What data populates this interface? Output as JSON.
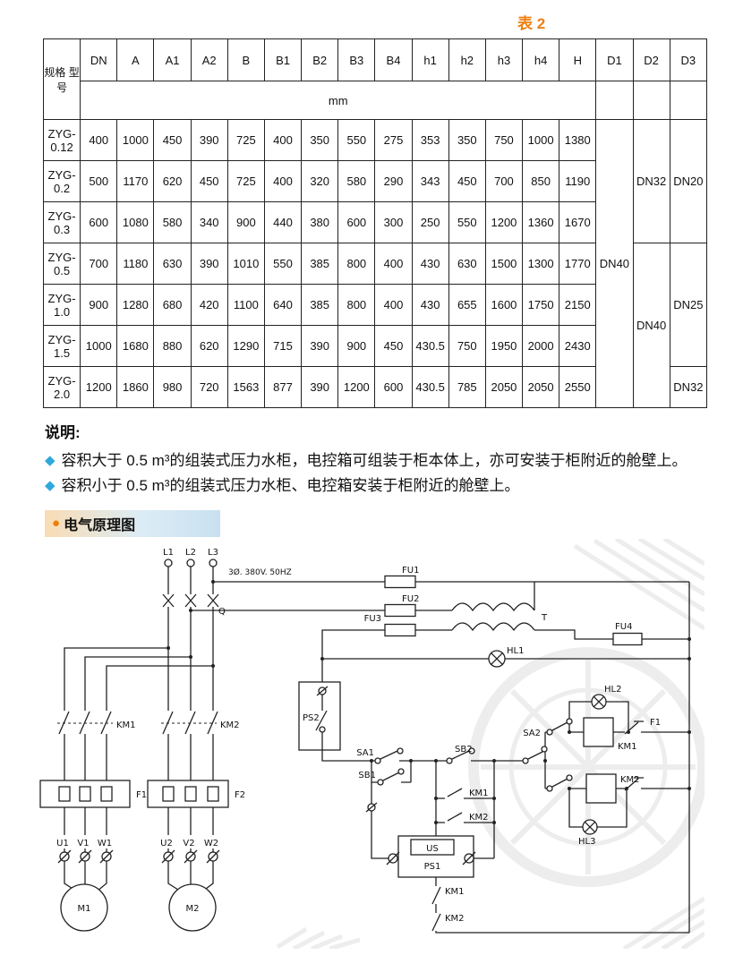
{
  "page": {
    "table_caption": "表 2"
  },
  "table": {
    "row_header_label": "规格 型号",
    "unit_label": "mm",
    "columns": [
      "DN",
      "A",
      "A1",
      "A2",
      "B",
      "B1",
      "B2",
      "B3",
      "B4",
      "h1",
      "h2",
      "h3",
      "h4",
      "H",
      "D1",
      "D2",
      "D3"
    ],
    "rows": [
      {
        "model": "ZYG-0.12",
        "values": [
          "400",
          "1000",
          "450",
          "390",
          "725",
          "400",
          "350",
          "550",
          "275",
          "353",
          "350",
          "750",
          "1000",
          "1380"
        ]
      },
      {
        "model": "ZYG-0.2",
        "values": [
          "500",
          "1170",
          "620",
          "450",
          "725",
          "400",
          "320",
          "580",
          "290",
          "343",
          "450",
          "700",
          "850",
          "1190"
        ]
      },
      {
        "model": "ZYG-0.3",
        "values": [
          "600",
          "1080",
          "580",
          "340",
          "900",
          "440",
          "380",
          "600",
          "300",
          "250",
          "550",
          "1200",
          "1360",
          "1670"
        ]
      },
      {
        "model": "ZYG-0.5",
        "values": [
          "700",
          "1180",
          "630",
          "390",
          "1010",
          "550",
          "385",
          "800",
          "400",
          "430",
          "630",
          "1500",
          "1300",
          "1770"
        ]
      },
      {
        "model": "ZYG-1.0",
        "values": [
          "900",
          "1280",
          "680",
          "420",
          "1100",
          "640",
          "385",
          "800",
          "400",
          "430",
          "655",
          "1600",
          "1750",
          "2150"
        ]
      },
      {
        "model": "ZYG-1.5",
        "values": [
          "1000",
          "1680",
          "880",
          "620",
          "1290",
          "715",
          "390",
          "900",
          "450",
          "430.5",
          "750",
          "1950",
          "2000",
          "2430"
        ]
      },
      {
        "model": "ZYG-2.0",
        "values": [
          "1200",
          "1860",
          "980",
          "720",
          "1563",
          "877",
          "390",
          "1200",
          "600",
          "430.5",
          "785",
          "2050",
          "2050",
          "2550"
        ]
      }
    ],
    "d_columns": {
      "d1": [
        {
          "label": "DN40",
          "rows": 7
        }
      ],
      "d2": [
        {
          "label": "DN32",
          "rows": 3
        },
        {
          "label": "DN40",
          "rows": 4
        }
      ],
      "d3": [
        {
          "label": "DN20",
          "rows": 3
        },
        {
          "label": "DN25",
          "rows": 3
        },
        {
          "label": "DN32",
          "rows": 1
        }
      ]
    }
  },
  "notes": {
    "title": "说明:",
    "bullet": "◆",
    "items": [
      "容积大于 0.5 m³的组装式压力水柜，电控箱可组装于柜本体上，亦可安装于柜附近的舱壁上。",
      "容积小于 0.5 m³的组装式压力水柜、电控箱安装于柜附近的舱壁上。"
    ]
  },
  "section": {
    "bullet": "●",
    "title": "电气原理图"
  },
  "schematic": {
    "l1": "L1",
    "l2": "L2",
    "l3": "L3",
    "supply": "3Ø. 380V. 50HZ",
    "q": "Q",
    "km1": "KM1",
    "km2": "KM2",
    "f1": "F1",
    "f2": "F2",
    "u1": "U1",
    "v1": "V1",
    "w1": "W1",
    "u2": "U2",
    "v2": "V2",
    "w2": "W2",
    "m1": "M1",
    "m2": "M2",
    "fu1": "FU1",
    "fu2": "FU2",
    "fu3": "FU3",
    "fu4": "FU4",
    "t": "T",
    "hl1": "HL1",
    "hl2": "HL2",
    "hl3": "HL3",
    "ps1": "PS1",
    "ps2": "PS2",
    "us": "US",
    "sa1": "SA1",
    "sa2": "SA2",
    "sb1": "SB1",
    "sb2": "SB2"
  }
}
